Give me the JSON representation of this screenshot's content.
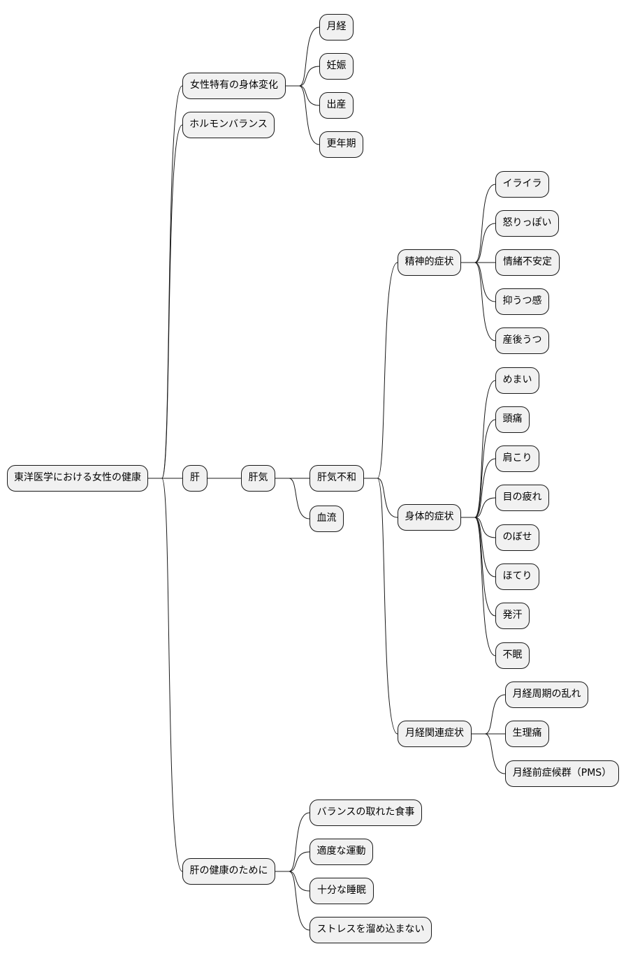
{
  "mindmap": {
    "root": "東洋医学における女性の健康",
    "nodes": {
      "n_body": "女性特有の身体変化",
      "n_mens": "月経",
      "n_preg": "妊娠",
      "n_birth": "出産",
      "n_meno": "更年期",
      "n_hormone": "ホルモンバランス",
      "n_liver": "肝",
      "n_qi": "肝気",
      "n_disharmony": "肝気不和",
      "n_mental": "精神的症状",
      "n_irrit": "イライラ",
      "n_angry": "怒りっぽい",
      "n_unstable": "情緒不安定",
      "n_depress": "抑うつ感",
      "n_ppd": "産後うつ",
      "n_physical": "身体的症状",
      "n_dizzy": "めまい",
      "n_headache": "頭痛",
      "n_shoulder": "肩こり",
      "n_eye": "目の疲れ",
      "n_flush": "のぼせ",
      "n_hot": "ほてり",
      "n_sweat": "発汗",
      "n_insomnia": "不眠",
      "n_menrel": "月経関連症状",
      "n_cycle": "月経周期の乱れ",
      "n_cramp": "生理痛",
      "n_pms": "月経前症候群（PMS）",
      "n_blood": "血流",
      "n_health": "肝の健康のために",
      "n_diet": "バランスの取れた食事",
      "n_exercise": "適度な運動",
      "n_sleep": "十分な睡眠",
      "n_stress": "ストレスを溜め込まない"
    }
  }
}
